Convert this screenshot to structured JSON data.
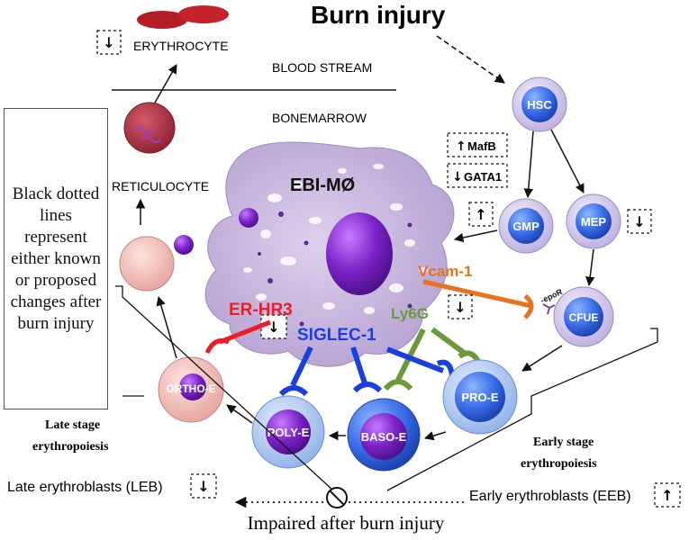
{
  "title": "Burn injury",
  "labels": {
    "erythrocyte": "ERYTHROCYTE",
    "blood_stream": "BLOOD STREAM",
    "bonemarrow": "BONEMARROW",
    "reticulocyte": "RETICULOCYTE",
    "ebi_mo": "EBI-MØ",
    "hsc": "HSC",
    "gmp": "GMP",
    "mep": "MEP",
    "cfue": "CFUE",
    "pro_e": "PRO-E",
    "baso_e": "BASO-E",
    "poly_e": "POLY-E",
    "ortho_e": "ORTHO-E",
    "mafb": "MafB",
    "gata1": "GATA1",
    "vcam1": "Vcam-1",
    "epor": "-epoR",
    "er_hr3": "ER-HR3",
    "siglec1": "SIGLEC-1",
    "ly6g": "Ly6G",
    "late_stage": "Late stage erythropoiesis",
    "early_stage": "Early stage erythropoiesis",
    "leb": "Late erythroblasts (LEB)",
    "eeb": "Early erythroblasts (EEB)",
    "impaired": "Impaired after burn injury"
  },
  "legend_text": "Black dotted lines represent either known or proposed changes after burn injury",
  "arrows": {
    "up": "↑",
    "down": "↓"
  },
  "colors": {
    "er_hr3": "#ee1c24",
    "siglec1": "#1a3fe0",
    "ly6g": "#6a9a3a",
    "vcam1": "#e8731c",
    "cell_blue": "#3a6ee8",
    "cell_purple": "#7a22c8",
    "macrophage": "#c9b8dc"
  }
}
